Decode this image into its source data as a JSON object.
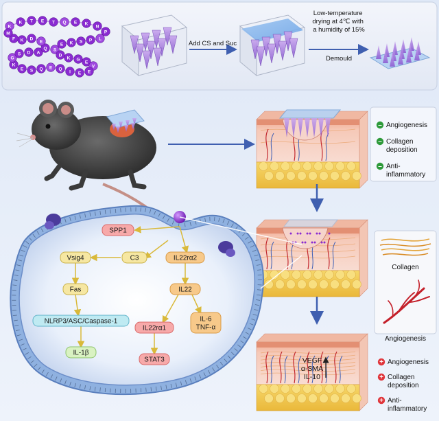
{
  "top_panel": {
    "peptide_sequence": "KKTETQEKNPLPSKESDKGEVEEIQEQSEKGSDAQEDKFMASDKFMQ",
    "peptide_rows": [
      "KKTETQEKNPLPSK",
      "SKDKE",
      "EIQEQS",
      "SDKFMA",
      "EKGASES",
      "ETQ"
    ],
    "step1_label": "Add CS and Suc",
    "step2_label_lines": [
      "Low-temperature",
      "drying at 4℃ with",
      "a humidity of 15%"
    ],
    "step3_label": "Demould"
  },
  "skin_stages": {
    "stage1_effects": [
      {
        "sign": "minus",
        "lines": [
          "Angiogenesis"
        ]
      },
      {
        "sign": "minus",
        "lines": [
          "Collagen",
          "deposition"
        ]
      },
      {
        "sign": "minus",
        "lines": [
          "Anti-",
          "inflammatory"
        ]
      }
    ],
    "stage3_markers": [
      "VEGF",
      "α-SMA",
      "IL-10"
    ],
    "stage3_effects": [
      {
        "sign": "plus",
        "lines": [
          "Angiogenesis"
        ]
      },
      {
        "sign": "plus",
        "lines": [
          "Collagen",
          "deposition"
        ]
      },
      {
        "sign": "plus",
        "lines": [
          "Anti-",
          "inflammatory"
        ]
      }
    ],
    "legend_collagen": "Collagen",
    "legend_angiogenesis": "Angiogenesis"
  },
  "pathway": {
    "nodes": [
      {
        "id": "spp1",
        "label": "SPP1",
        "color": "#f7a9a9",
        "border": "#d96a6a"
      },
      {
        "id": "c3",
        "label": "C3",
        "color": "#f6e7a2",
        "border": "#c9b24a"
      },
      {
        "id": "il22ra2",
        "label": "IL22rα2",
        "color": "#f7c98a",
        "border": "#d99a45"
      },
      {
        "id": "vsig4",
        "label": "Vsig4",
        "color": "#f6e7a2",
        "border": "#c9b24a"
      },
      {
        "id": "il22",
        "label": "IL22",
        "color": "#f7c98a",
        "border": "#d99a45"
      },
      {
        "id": "fas",
        "label": "Fas",
        "color": "#f6e7a2",
        "border": "#c9b24a"
      },
      {
        "id": "il22ra1",
        "label": "IL22rα1",
        "color": "#f7a9a9",
        "border": "#d96a6a"
      },
      {
        "id": "il6",
        "label_lines": [
          "IL-6",
          "TNF-α"
        ],
        "color": "#f7c98a",
        "border": "#d99a45"
      },
      {
        "id": "nlrp3",
        "label": "NLRP3/ASC/Caspase-1",
        "color": "#bfeaf2",
        "border": "#5fb3c9"
      },
      {
        "id": "il1b",
        "label": "IL-1β",
        "color": "#d9f2c2",
        "border": "#8cc46a"
      },
      {
        "id": "stat3",
        "label": "STAT3",
        "color": "#f7a9a9",
        "border": "#d96a6a"
      }
    ]
  },
  "colors": {
    "purple": "#8a2bd1",
    "arrow_blue": "#3f5fb0",
    "minus_green": "#2e9a3a",
    "plus_red": "#e0353a"
  }
}
